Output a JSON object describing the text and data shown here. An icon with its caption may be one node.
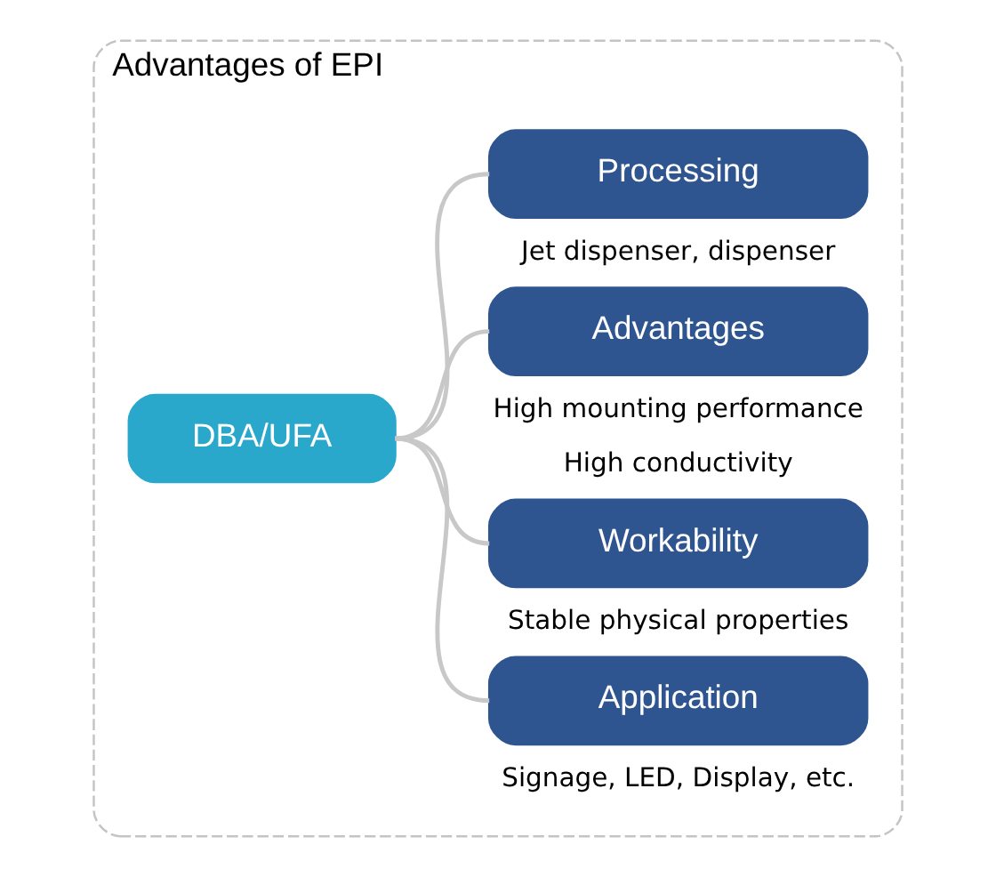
{
  "diagram": {
    "nodes": [
      {
        "text": [
          "Advantages of EPI"
        ]
      },
      {
        "text": [
          "DBA/UFA"
        ],
        "in": 0
      },
      {
        "text": [
          "Processing"
        ],
        "in": 0,
        "beside": [
          "Jet dispenser, dispenser"
        ]
      },
      {
        "text": [
          "Advantages"
        ],
        "in": 0,
        "beside": [
          "High mounting performance",
          "High conductivity"
        ]
      },
      {
        "text": [
          "Workability"
        ],
        "in": 0,
        "beside": [
          "Stable physical properties"
        ]
      },
      {
        "text": [
          "Application"
        ],
        "in": 0,
        "beside": [
          "Signage, LED, Display, etc."
        ]
      }
    ],
    "edges": [
      {
        "from": 1,
        "to": 2,
        "arrow": "none"
      },
      {
        "from": 1,
        "to": 3,
        "arrow": "none"
      },
      {
        "from": 1,
        "to": 4,
        "arrow": "none"
      },
      {
        "from": 1,
        "to": 5,
        "arrow": "none"
      }
    ]
  }
}
